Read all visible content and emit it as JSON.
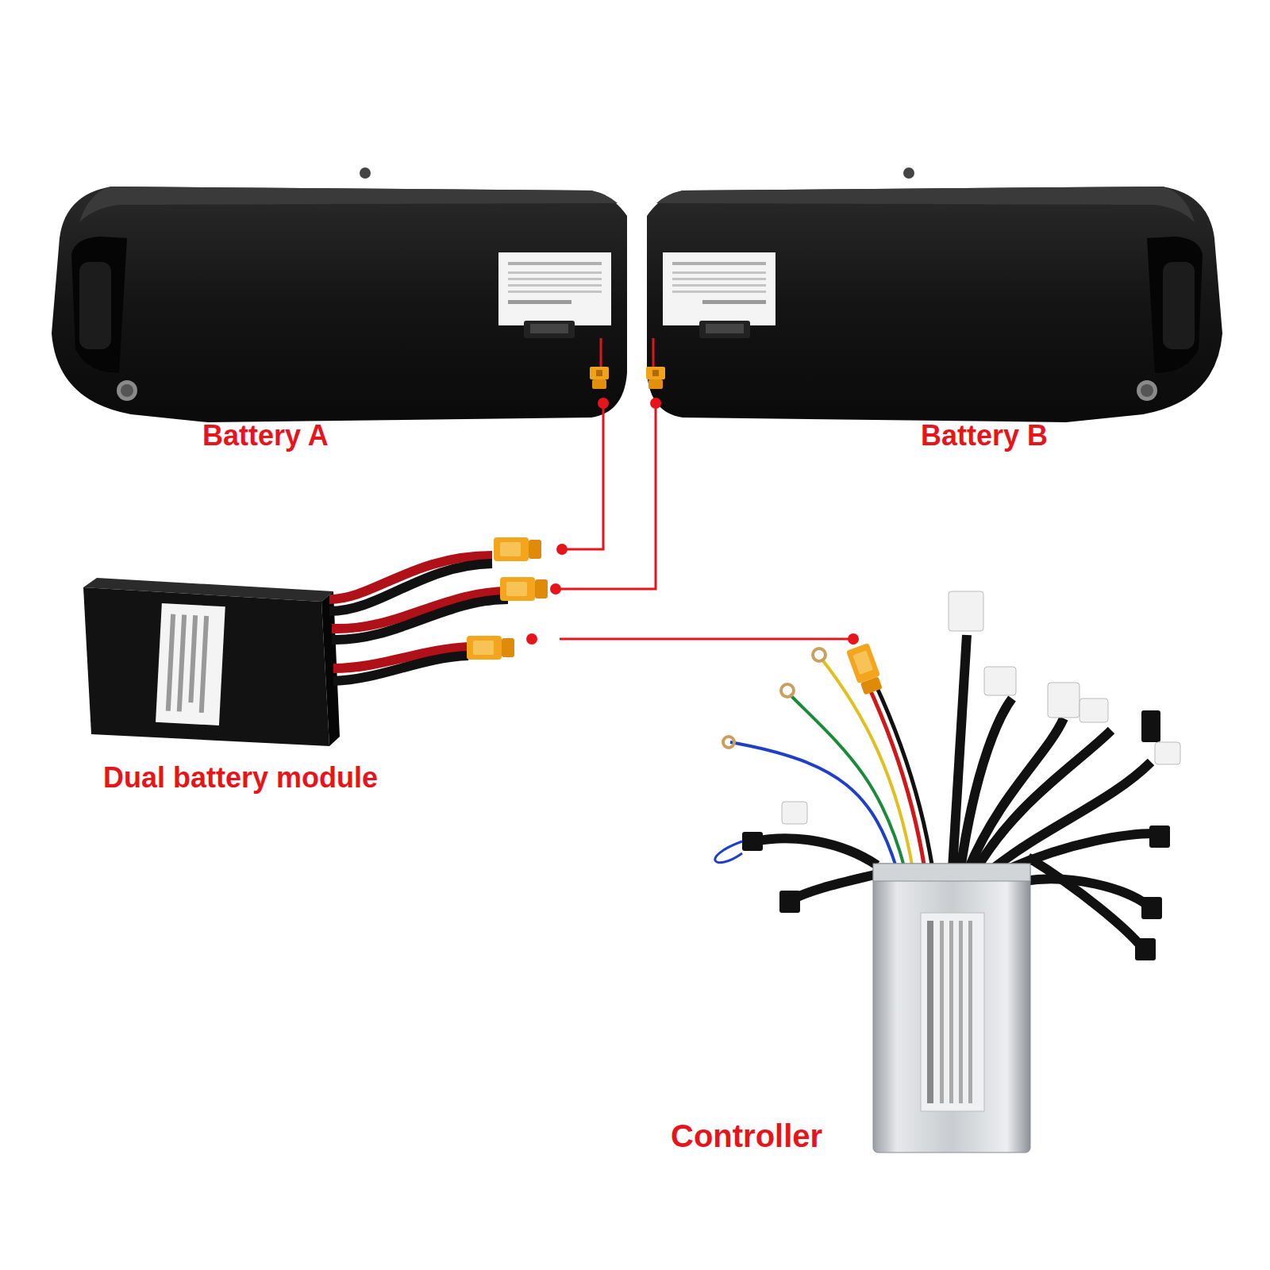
{
  "diagram": {
    "nodes": [
      {
        "text": [
          "Battery A"
        ]
      },
      {
        "text": [
          "Battery B"
        ]
      },
      {
        "text": [
          "Dual battery module"
        ]
      },
      {
        "text": [
          "Controller"
        ]
      }
    ],
    "edges": [
      {
        "from": 0,
        "to": 2,
        "arrow": "none"
      },
      {
        "from": 1,
        "to": 2,
        "arrow": "none"
      },
      {
        "from": 2,
        "to": 3,
        "arrow": "none"
      }
    ]
  }
}
